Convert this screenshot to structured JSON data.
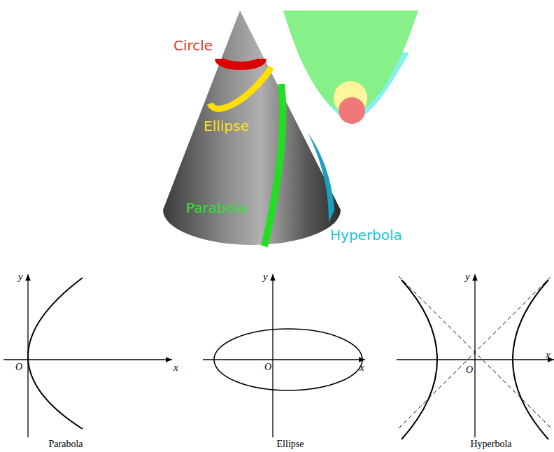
{
  "diagram": {
    "labels": [
      "Circle",
      "Ellipse",
      "Parabola",
      "Hyperbola",
      "y",
      "x",
      "O",
      "Parabola",
      "y",
      "x",
      "O",
      "Ellipse",
      "y",
      "x",
      "O",
      "Hyperbola"
    ]
  }
}
